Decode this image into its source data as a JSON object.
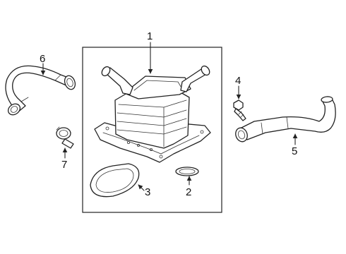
{
  "diagram": {
    "callouts": {
      "cooler": "1",
      "small_gasket": "2",
      "large_gasket": "3",
      "bolt": "4",
      "right_hose": "5",
      "left_hose": "6",
      "clamp": "7"
    },
    "colors": {
      "line": "#222222",
      "background": "#ffffff"
    }
  }
}
